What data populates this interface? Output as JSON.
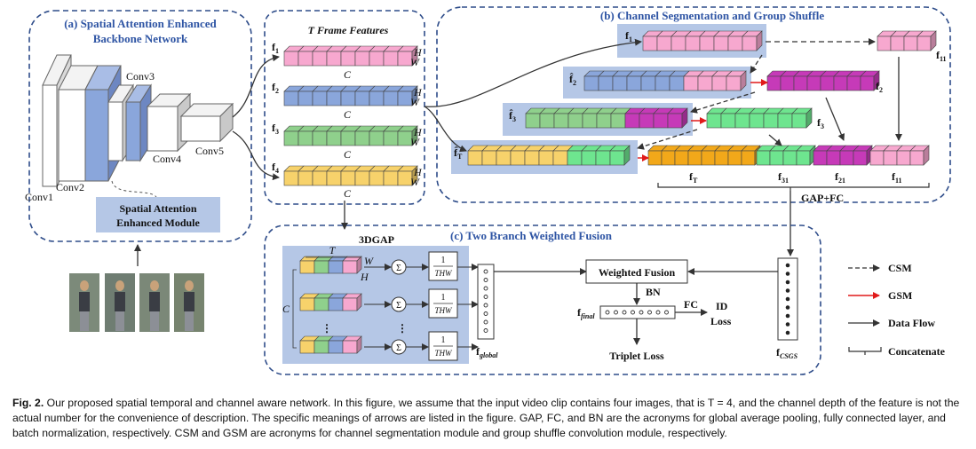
{
  "panels": {
    "a_title": "(a)  Spatial Attention Enhanced",
    "a_title2": "Backbone Network",
    "b_title": "(b) Channel Segmentation and Group Shuffle",
    "c_title": "(c) Two Branch Weighted Fusion"
  },
  "backbone": {
    "conv1": "Conv1",
    "conv2": "Conv2",
    "conv3": "Conv3",
    "conv4": "Conv4",
    "conv5": "Conv5",
    "sam_line1": "Spatial Attention",
    "sam_line2": "Enhanced Module"
  },
  "frames": {
    "title": "T  Frame Features",
    "f1": "f",
    "f1_sub": "1",
    "f2": "f",
    "f2_sub": "2",
    "f3": "f",
    "f3_sub": "3",
    "f4": "f",
    "f4_sub": "4",
    "c": "C",
    "h": "H",
    "w": "W"
  },
  "csgs": {
    "f1": "f",
    "f1_sub": "1",
    "fh2": "f̂",
    "fh2_sub": "2",
    "fh3": "f̂",
    "fh3_sub": "3",
    "fhT": "f̂",
    "fhT_sub": "T",
    "f11": "f",
    "f11_sub": "11",
    "f2": "f",
    "f2_sub": "2",
    "f3": "f",
    "f3_sub": "3",
    "fT_b": "f",
    "fT_b_sub": "T",
    "f31_b": "f",
    "f31_b_sub": "31",
    "f21_b": "f",
    "f21_b_sub": "21",
    "f11_b": "f",
    "f11_b_sub": "11",
    "gapfc": "GAP+FC"
  },
  "fusion": {
    "gap3d": "3DGAP",
    "t": "T",
    "w": "W",
    "h": "H",
    "c": "C",
    "sum": "Σ",
    "frac_num": "1",
    "frac_den": "THW",
    "vdots": "⋮",
    "f_global": "f",
    "f_global_sub": "global",
    "weighted_fusion": "Weighted Fusion",
    "bn": "BN",
    "f_final": "f",
    "f_final_sub": "final",
    "fc": "FC",
    "id_loss1": "ID",
    "id_loss2": "Loss",
    "triplet": "Triplet Loss",
    "f_csgs": "f",
    "f_csgs_sub": "CSGS"
  },
  "legend": {
    "csm": "CSM",
    "gsm": "GSM",
    "flow": "Data Flow",
    "concat": "Concatenate"
  },
  "caption": {
    "fig": "Fig. 2.",
    "text": " Our proposed spatial temporal and channel aware network. In this figure, we assume that the input video clip contains four images, that is T = 4, and the channel depth of the feature is not the actual number for the convenience of description. The specific meanings of arrows are listed in the figure. GAP, FC, and BN are the acronyms for global average pooling, fully connected layer, and batch normalization, respectively. CSM and GSM are acronyms for channel segmentation module and group shuffle convolution module, respectively."
  },
  "colors": {
    "pink": "#f7a8cf",
    "blue": "#8aa6db",
    "green": "#8fd08c",
    "yellow": "#f7d26b",
    "magenta": "#c63ab8",
    "mint": "#6ee58f",
    "orange": "#f2a81a",
    "panel_border": "#2f4d8a",
    "highlight_bg": "#b5c7e6",
    "gsm_red": "#e01a1a"
  }
}
